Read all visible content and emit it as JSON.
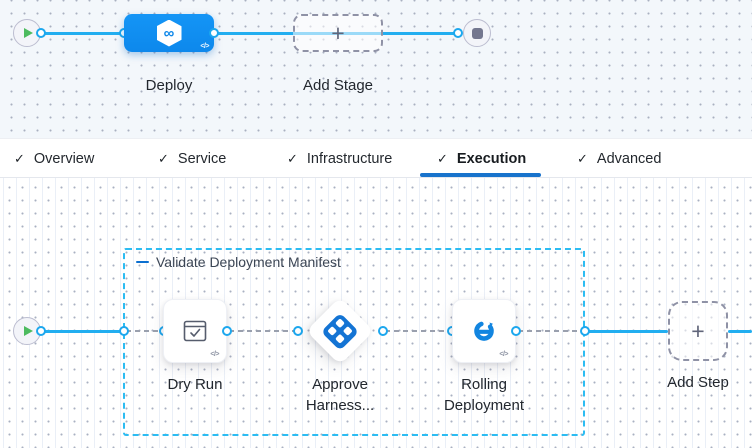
{
  "stage_editor": {
    "stages": [
      {
        "label": "Deploy"
      }
    ],
    "add_stage_label": "Add Stage"
  },
  "tabs": [
    {
      "label": "Overview",
      "checked": true,
      "active": false
    },
    {
      "label": "Service",
      "checked": true,
      "active": false
    },
    {
      "label": "Infrastructure",
      "checked": true,
      "active": false
    },
    {
      "label": "Execution",
      "checked": true,
      "active": true
    },
    {
      "label": "Advanced",
      "checked": true,
      "active": false
    }
  ],
  "execution_editor": {
    "group_label": "Validate Deployment Manifest",
    "steps": [
      {
        "label": "Dry Run"
      },
      {
        "label": "Approve Harness..."
      },
      {
        "label": "Rolling Deployment"
      }
    ],
    "add_step_label": "Add Step"
  },
  "glyphs": {
    "check": "✓",
    "plus": "+",
    "code": "</>",
    "infinity": "∞"
  },
  "colors": {
    "connector_line": "#22aef0",
    "stage_card_blue": "#0f8ef2",
    "active_tab_underline": "#1873cc",
    "group_border": "#2cbcf2",
    "play_green": "#4dbb5f",
    "approve_icon_blue": "#1474d4",
    "rolling_icon_blue": "#1285e0"
  }
}
